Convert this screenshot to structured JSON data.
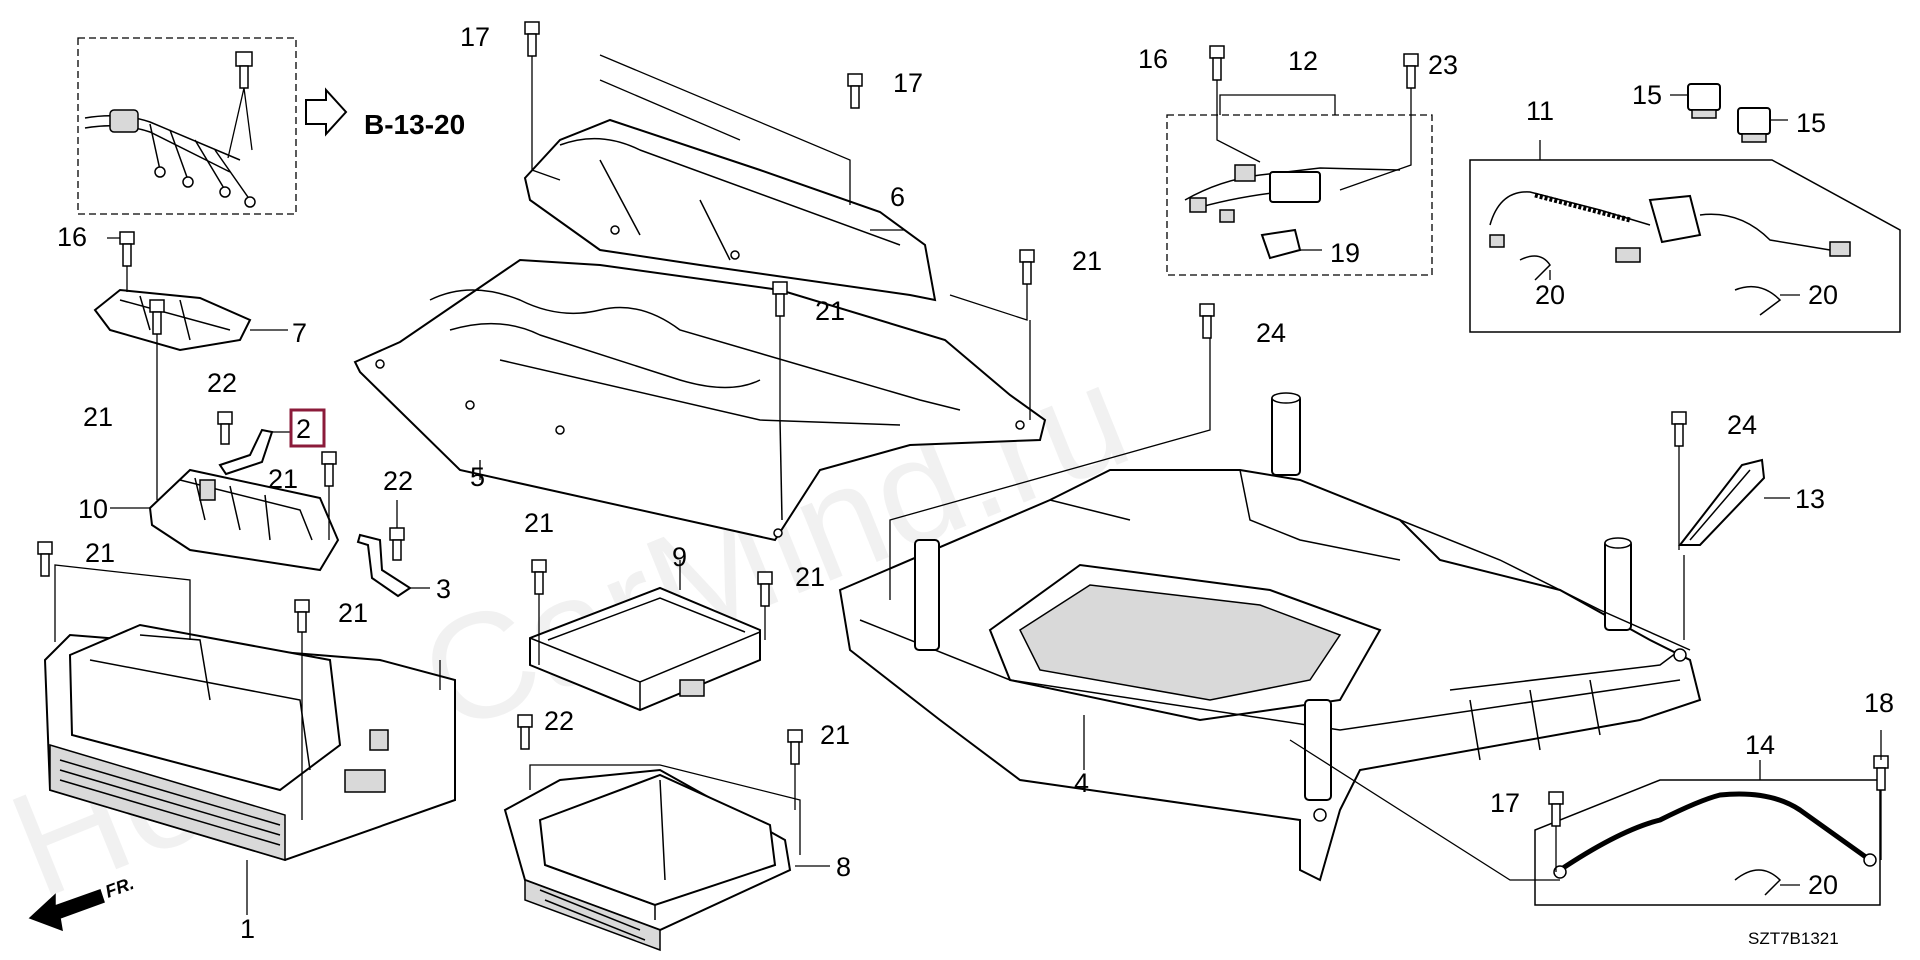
{
  "watermark": "HondaCarMind.ru",
  "section_ref": "B-13-20",
  "diagram_code": "SZT7B1321",
  "front_label": "FR.",
  "highlighted_callout": "2",
  "callouts": [
    {
      "id": "c17a",
      "label": "17"
    },
    {
      "id": "c17b",
      "label": "17"
    },
    {
      "id": "c16a",
      "label": "16"
    },
    {
      "id": "c12",
      "label": "12"
    },
    {
      "id": "c23",
      "label": "23"
    },
    {
      "id": "c15a",
      "label": "15"
    },
    {
      "id": "c15b",
      "label": "15"
    },
    {
      "id": "c11",
      "label": "11"
    },
    {
      "id": "c16b",
      "label": "16"
    },
    {
      "id": "c6",
      "label": "6"
    },
    {
      "id": "c21a",
      "label": "21"
    },
    {
      "id": "c21b",
      "label": "21"
    },
    {
      "id": "c19",
      "label": "19"
    },
    {
      "id": "c20a",
      "label": "20"
    },
    {
      "id": "c20b",
      "label": "20"
    },
    {
      "id": "c7",
      "label": "7"
    },
    {
      "id": "c24a",
      "label": "24"
    },
    {
      "id": "c22a",
      "label": "22"
    },
    {
      "id": "c21c",
      "label": "21"
    },
    {
      "id": "c2",
      "label": "2"
    },
    {
      "id": "c5",
      "label": "5"
    },
    {
      "id": "c24b",
      "label": "24"
    },
    {
      "id": "c21d",
      "label": "21"
    },
    {
      "id": "c22b",
      "label": "22"
    },
    {
      "id": "c10",
      "label": "10"
    },
    {
      "id": "c13",
      "label": "13"
    },
    {
      "id": "c21e",
      "label": "21"
    },
    {
      "id": "c21f",
      "label": "21"
    },
    {
      "id": "c3",
      "label": "3"
    },
    {
      "id": "c9",
      "label": "9"
    },
    {
      "id": "c21g",
      "label": "21"
    },
    {
      "id": "c21h",
      "label": "21"
    },
    {
      "id": "c22c",
      "label": "22"
    },
    {
      "id": "c21i",
      "label": "21"
    },
    {
      "id": "c18",
      "label": "18"
    },
    {
      "id": "c14",
      "label": "14"
    },
    {
      "id": "c4",
      "label": "4"
    },
    {
      "id": "c17c",
      "label": "17"
    },
    {
      "id": "c8",
      "label": "8"
    },
    {
      "id": "c20c",
      "label": "20"
    },
    {
      "id": "c1",
      "label": "1"
    }
  ]
}
